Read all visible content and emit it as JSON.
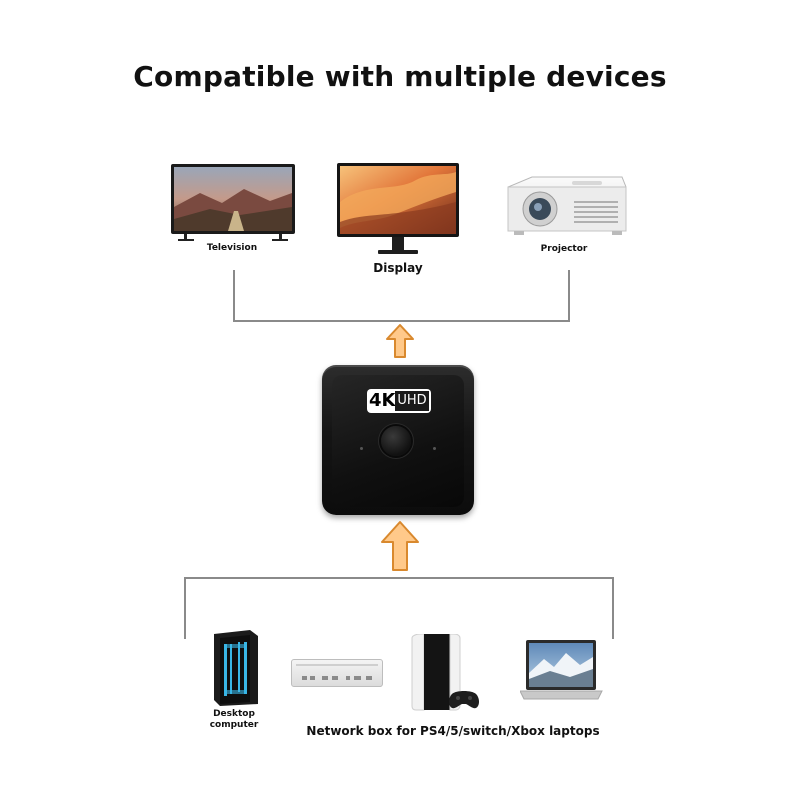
{
  "title": "Compatible with multiple devices",
  "outputs": {
    "television": "Television",
    "display": "Display",
    "projector": "Projector"
  },
  "switch": {
    "badge_number": "4K",
    "badge_suffix": "UHD"
  },
  "inputs": {
    "desktop": "Desktop computer",
    "caption": "Network box for PS4/5/switch/Xbox laptops"
  },
  "colors": {
    "arrow_fill": "#ffc98a",
    "arrow_stroke": "#d9892e",
    "connector": "#8a8a8a"
  }
}
